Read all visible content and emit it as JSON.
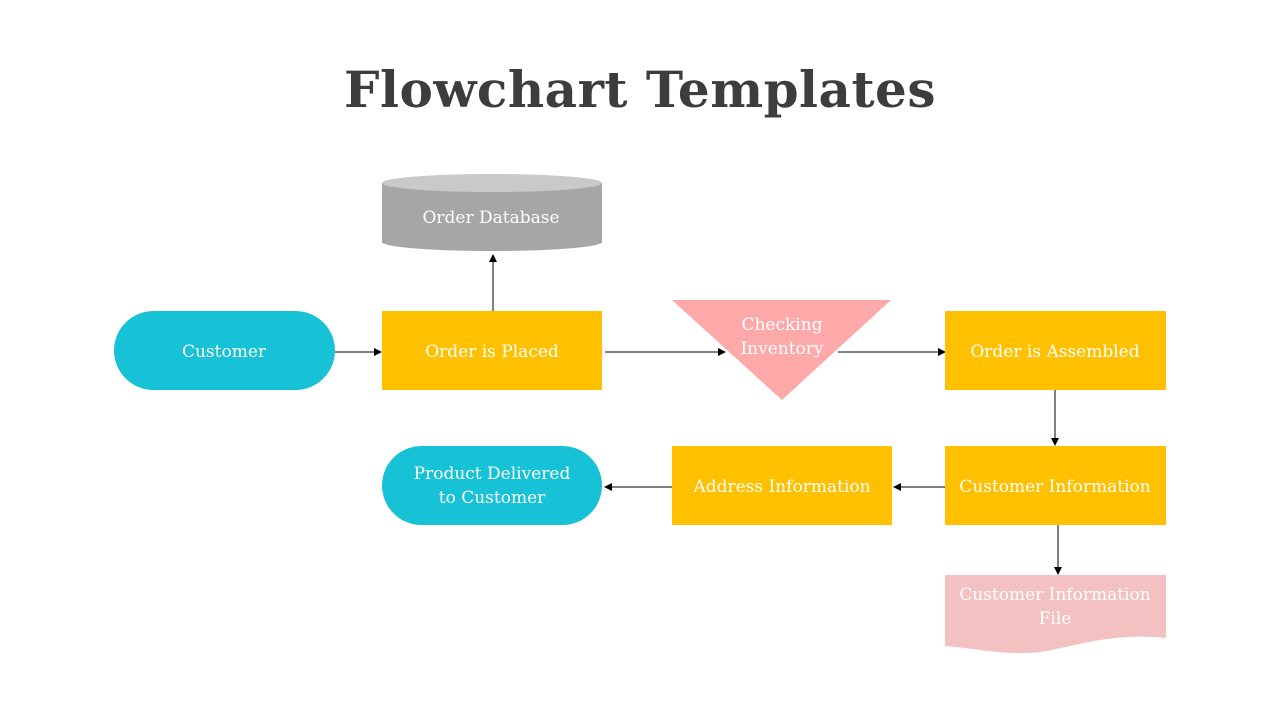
{
  "title": "Flowchart Templates",
  "nodes": {
    "customer": "Customer",
    "order_placed": "Order is Placed",
    "order_database": "Order Database",
    "checking_inventory": [
      "Checking",
      "Inventory"
    ],
    "order_assembled": "Order is Assembled",
    "customer_information": "Customer Information",
    "address_information": "Address Information",
    "product_delivered": [
      "Product Delivered",
      "to Customer"
    ],
    "customer_information_file": [
      "Customer Information",
      "File"
    ]
  },
  "colors": {
    "terminal": "#17c1d6",
    "process": "#ffc000",
    "database_body": "#a6a6a6",
    "database_top": "#c9c9c9",
    "decision": "#fda9a9",
    "document": "#f3c1c1",
    "title": "#3d3d3d",
    "arrow": "#000000"
  }
}
